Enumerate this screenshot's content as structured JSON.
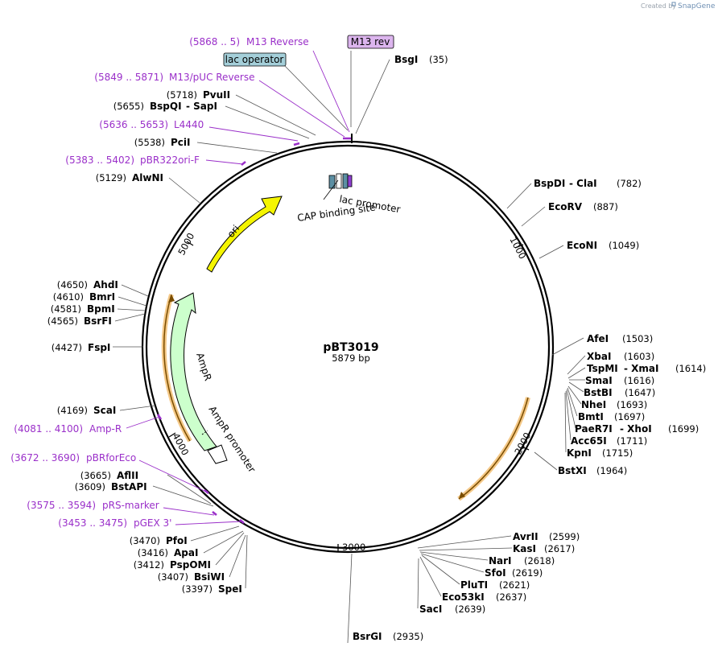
{
  "credit": {
    "prefix": "Created by",
    "brand": "SnapGene"
  },
  "plasmid": {
    "name": "pBT3019",
    "length": "5879 bp"
  },
  "ticks": [
    "1000",
    "2000",
    "3000",
    "4000",
    "5000"
  ],
  "features": {
    "ori": "ori",
    "ampr": "AmpR",
    "ampr_promoter": "AmpR promoter",
    "lac_promoter": "lac promoter",
    "cap_site": "CAP binding site"
  },
  "boxes": {
    "lac_operator": "lac operator",
    "m13_rev": "M13 rev"
  },
  "primers_left": [
    {
      "pos": "(5868 .. 5)",
      "name": "M13 Reverse"
    },
    {
      "pos": "(5849 .. 5871)",
      "name": "M13/pUC Reverse"
    },
    {
      "pos": "(5636 .. 5653)",
      "name": "L4440"
    },
    {
      "pos": "(5383 .. 5402)",
      "name": "pBR322ori-F"
    },
    {
      "pos": "(4081 .. 4100)",
      "name": "Amp-R"
    },
    {
      "pos": "(3672 .. 3690)",
      "name": "pBRforEco"
    },
    {
      "pos": "(3575 .. 3594)",
      "name": "pRS-marker"
    },
    {
      "pos": "(3453 .. 3475)",
      "name": "pGEX 3'"
    }
  ],
  "sites_left": [
    {
      "pos": "(5718)",
      "name": "PvuII"
    },
    {
      "pos": "(5655)",
      "name": "BspQI",
      "alt": " - SapI"
    },
    {
      "pos": "(5538)",
      "name": "PciI"
    },
    {
      "pos": "(5129)",
      "name": "AlwNI"
    },
    {
      "pos": "(4650)",
      "name": "AhdI"
    },
    {
      "pos": "(4610)",
      "name": "BmrI"
    },
    {
      "pos": "(4581)",
      "name": "BpmI"
    },
    {
      "pos": "(4565)",
      "name": "BsrFI"
    },
    {
      "pos": "(4427)",
      "name": "FspI"
    },
    {
      "pos": "(4169)",
      "name": "ScaI"
    },
    {
      "pos": "(3665)",
      "name": "AflII"
    },
    {
      "pos": "(3609)",
      "name": "BstAPI"
    },
    {
      "pos": "(3470)",
      "name": "PfoI"
    },
    {
      "pos": "(3416)",
      "name": "ApaI"
    },
    {
      "pos": "(3412)",
      "name": "PspOMI"
    },
    {
      "pos": "(3407)",
      "name": "BsiWI"
    },
    {
      "pos": "(3397)",
      "name": "SpeI"
    }
  ],
  "sites_right": [
    {
      "name": "BsgI",
      "pos": "(35)"
    },
    {
      "name": "BspDI",
      "alt": " - ClaI",
      "pos": "(782)"
    },
    {
      "name": "EcoRV",
      "pos": "(887)"
    },
    {
      "name": "EcoNI",
      "pos": "(1049)"
    },
    {
      "name": "AfeI",
      "pos": "(1503)"
    },
    {
      "name": "XbaI",
      "pos": "(1603)"
    },
    {
      "name": "TspMI",
      "alt": " - XmaI",
      "pos": "(1614)"
    },
    {
      "name": "SmaI",
      "pos": "(1616)"
    },
    {
      "name": "BstBI",
      "pos": "(1647)"
    },
    {
      "name": "NheI",
      "pos": "(1693)"
    },
    {
      "name": "BmtI",
      "pos": "(1697)"
    },
    {
      "name": "PaeR7I",
      "alt": " - XhoI",
      "pos": "(1699)"
    },
    {
      "name": "Acc65I",
      "pos": "(1711)"
    },
    {
      "name": "KpnI",
      "pos": "(1715)"
    },
    {
      "name": "BstXI",
      "pos": "(1964)"
    },
    {
      "name": "AvrII",
      "pos": "(2599)"
    },
    {
      "name": "KasI",
      "pos": "(2617)"
    },
    {
      "name": "NarI",
      "pos": "(2618)"
    },
    {
      "name": "SfoI",
      "pos": "(2619)"
    },
    {
      "name": "PluTI",
      "pos": "(2621)"
    },
    {
      "name": "Eco53kI",
      "pos": "(2637)"
    },
    {
      "name": "SacI",
      "pos": "(2639)"
    },
    {
      "name": "BsrGI",
      "pos": "(2935)"
    }
  ],
  "colors": {
    "ori": "#f5f500",
    "ampr": "#ccffcc",
    "orange_glow": "#f3c27a",
    "primer": "#9a2fc9",
    "lac_operator": "#a4cfd9",
    "m13_rev": "#dcb5ee"
  }
}
